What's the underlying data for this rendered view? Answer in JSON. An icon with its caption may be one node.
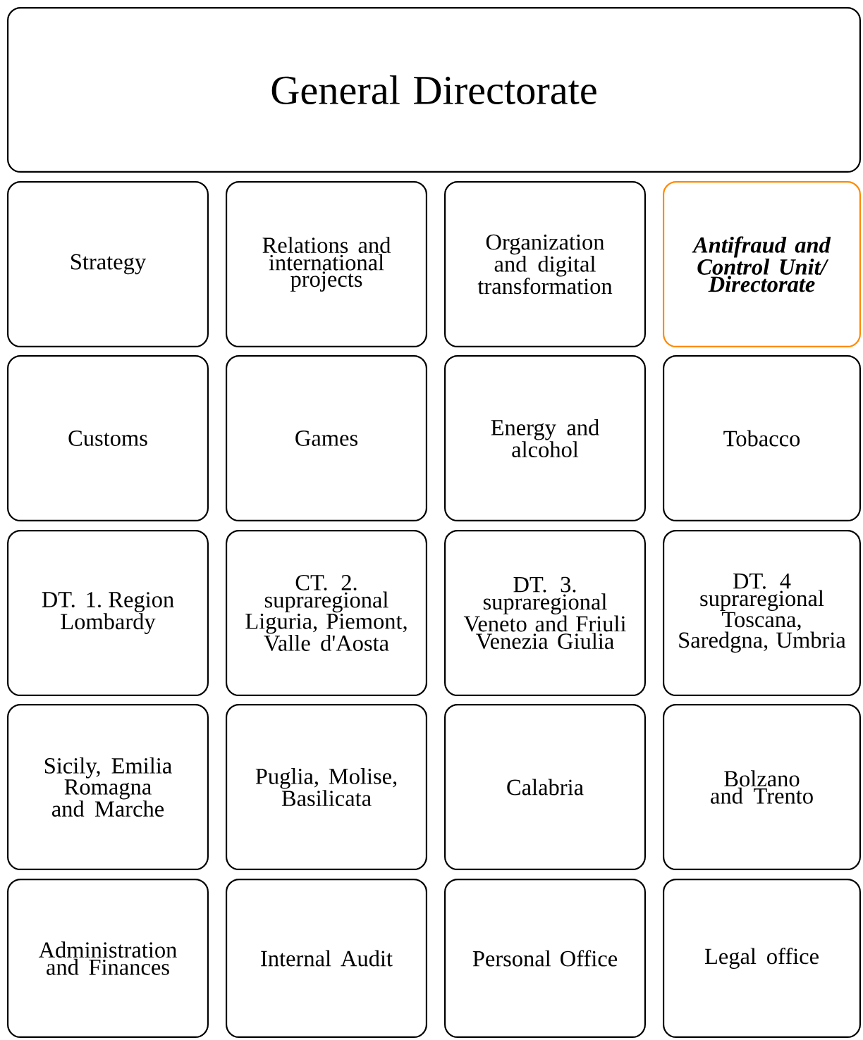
{
  "diagram": {
    "nodes": [
      {
        "text": [
          "General Directorate"
        ]
      },
      {
        "text": [
          "Strategy"
        ]
      },
      {
        "text": [
          "Relations and international projects"
        ]
      },
      {
        "text": [
          "Organization and digital transformation"
        ]
      },
      {
        "text": [
          "Antifraud and Control Unit/ Directorate"
        ]
      },
      {
        "text": [
          "Customs"
        ]
      },
      {
        "text": [
          "Games"
        ]
      },
      {
        "text": [
          "Energy and alcohol"
        ]
      },
      {
        "text": [
          "Tobacco"
        ]
      },
      {
        "text": [
          "DT. 1. Region Lombardy"
        ]
      },
      {
        "text": [
          "CT. 2. supraregional Liguria, Piemont, Valle d'Aosta"
        ]
      },
      {
        "text": [
          "DT. 3. supraregional Veneto and Friuli Venezia Giulia"
        ]
      },
      {
        "text": [
          "DT. 4 supraregional Toscana, Saredgna, Umbria"
        ]
      },
      {
        "text": [
          "Sicily, Emilia Romagna and Marche"
        ]
      },
      {
        "text": [
          "Puglia, Molise, Basilicata"
        ]
      },
      {
        "text": [
          "Calabria"
        ]
      },
      {
        "text": [
          "Bolzano and Trento"
        ]
      },
      {
        "text": [
          "Administration and Finances"
        ]
      },
      {
        "text": [
          "Internal Audit"
        ]
      },
      {
        "text": [
          "Personal Office"
        ]
      },
      {
        "text": [
          "Legal office"
        ]
      }
    ]
  }
}
